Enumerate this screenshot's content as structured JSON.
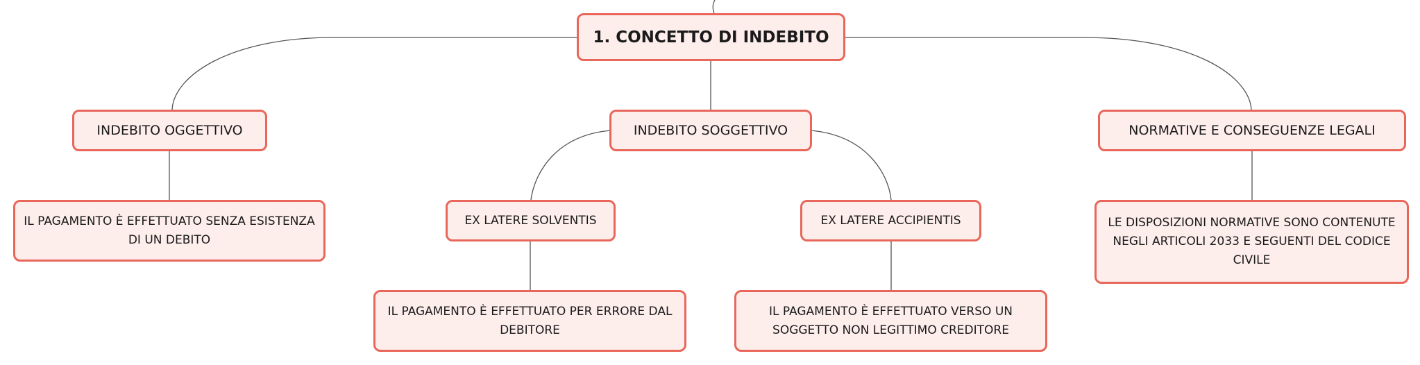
{
  "root": {
    "label": "1. CONCETTO DI INDEBITO"
  },
  "branches": [
    {
      "label": "INDEBITO OGGETTIVO",
      "detail": "IL PAGAMENTO È EFFETTUATO SENZA ESISTENZA DI UN DEBITO"
    },
    {
      "label": "INDEBITO SOGGETTIVO",
      "children": [
        {
          "label": "EX LATERE SOLVENTIS",
          "detail": "IL PAGAMENTO È EFFETTUATO PER ERRORE DAL DEBITORE"
        },
        {
          "label": "EX LATERE ACCIPIENTIS",
          "detail": "IL PAGAMENTO È EFFETTUATO VERSO UN SOGGETTO NON LEGITTIMO CREDITORE"
        }
      ]
    },
    {
      "label": "NORMATIVE E CONSEGUENZE LEGALI",
      "detail": "LE DISPOSIZIONI NORMATIVE SONO CONTENUTE NEGLI ARTICOLI 2033 E SEGUENTI DEL CODICE CIVILE"
    }
  ],
  "colors": {
    "node_fill": "#fdeeec",
    "node_border": "#e8665a",
    "connector": "#555555"
  }
}
